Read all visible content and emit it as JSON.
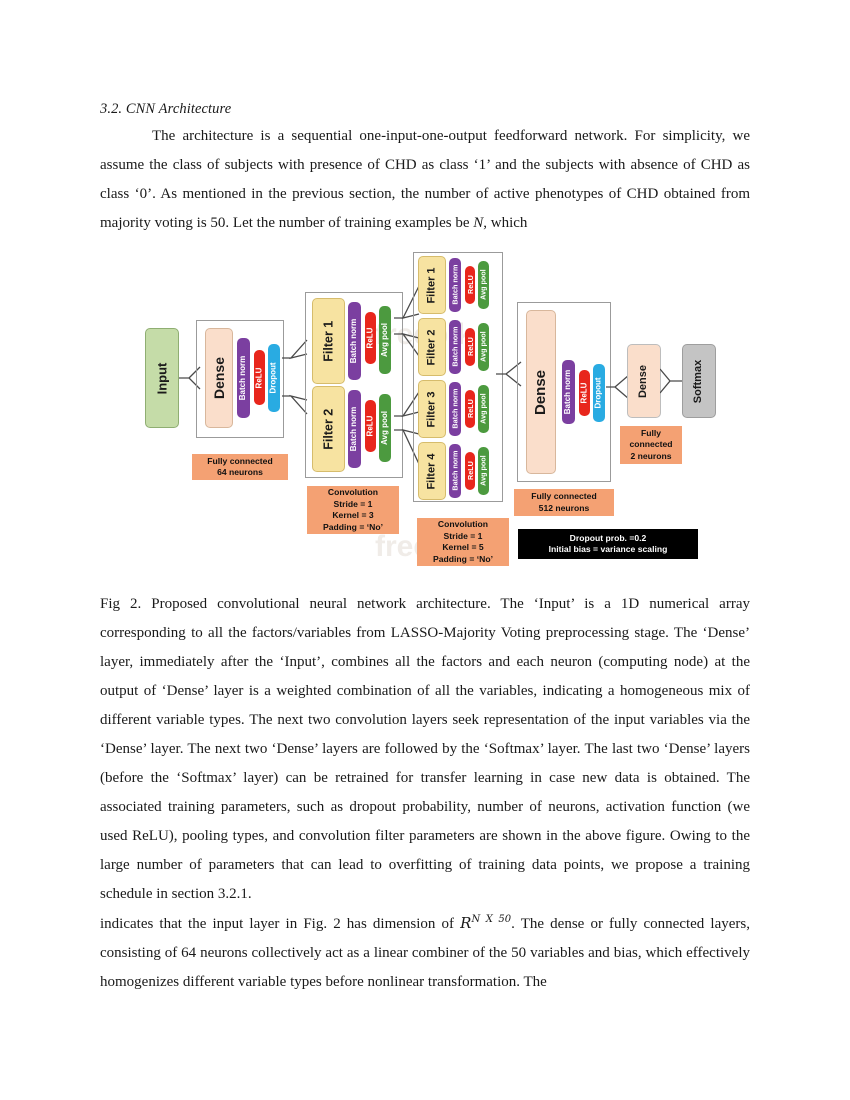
{
  "section": {
    "heading": "3.2. CNN Architecture",
    "paragraph_1": "The architecture is a sequential one-input-one-output feedforward network. For simplicity, we assume the class of subjects with presence of CHD as class ‘1’ and the subjects with absence of CHD as class ‘0’. As mentioned in the previous section, the number of active phenotypes of CHD obtained from majority voting is 50. Let the number of training examples be ",
    "paragraph_1_italic": "N",
    "paragraph_1_tail": ", which"
  },
  "figure": {
    "caption": "Fig 2. Proposed convolutional neural network architecture. The ‘Input’ is a 1D numerical array corresponding to all the factors/variables from LASSO-Majority Voting preprocessing stage. The ‘Dense’ layer, immediately after the ‘Input’, combines all the factors and each neuron (computing node) at the output of ‘Dense’ layer is a weighted combination of all the variables, indicating a homogeneous mix of different variable types. The next two convolution layers seek representation of the input variables via the ‘Dense’ layer. The next two ‘Dense’ layers are followed by the ‘Softmax’ layer. The last two ‘Dense’ layers (before the ‘Softmax’ layer) can be retrained for transfer learning in case new data is obtained. The associated training parameters, such as dropout probability, number of neurons, activation function (we used ReLU), pooling types, and convolution filter parameters are shown in the above figure. Owing to the large number of parameters that can lead to overfitting of training data points, we propose a training schedule in section 3.2.1.",
    "watermark": "freepik",
    "nodes": {
      "input": "Input",
      "dense_64": "Dense",
      "dense_512": "Dense",
      "dense_2": "Dense",
      "softmax": "Softmax",
      "batch_norm": "Batch norm",
      "relu": "ReLU",
      "dropout": "Dropout",
      "avg_pool": "Avg pool",
      "conv1_filters": [
        "Filter 1",
        "Filter 2"
      ],
      "conv2_filters": [
        "Filter 1",
        "Filter 2",
        "Filter 3",
        "Filter 4"
      ]
    },
    "annotations": {
      "fc_64": "Fully connected\n64 neurons",
      "conv1": "Convolution\nStride = 1\nKernel = 3\nPadding = ‘No’",
      "conv2": "Convolution\nStride = 1\nKernel = 5\nPadding = ‘No’",
      "fc_512": "Fully connected\n512 neurons",
      "fc_2": "Fully\nconnected\n2 neurons",
      "training": "Dropout prob. =0.2\nInitial bias = variance scaling"
    },
    "colors": {
      "input_green": "#C5DCA8",
      "dense_peach": "#FADECB",
      "filter_yellow": "#F7E3A1",
      "batch_norm_purple": "#7B3FA0",
      "relu_red": "#E8261C",
      "dropout_blue": "#29ABE2",
      "avg_pool_green": "#4C9A3F",
      "annotation_orange": "#F4A173",
      "softmax_gray": "#C4C4C4",
      "group_border_gray": "#9B9B9B"
    }
  },
  "body_after": {
    "line_lead": "indicates that the input layer in Fig. 2 has dimension of ",
    "math_base": "R",
    "math_sup": "N X 50",
    "line_tail": ". The dense or fully connected layers, consisting of 64 neurons collectively act as a linear combiner of the 50 variables and bias, which effectively homogenizes different variable types before nonlinear transformation. The"
  }
}
